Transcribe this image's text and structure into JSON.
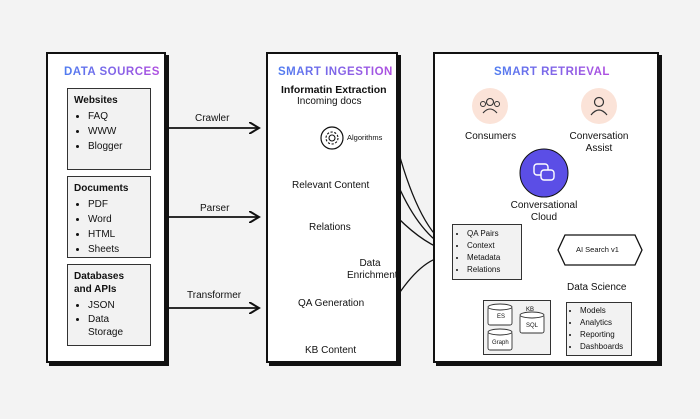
{
  "data_sources": {
    "title": "DATA SOURCES",
    "groups": [
      {
        "heading": "Websites",
        "items": [
          "FAQ",
          "WWW",
          "Blogger"
        ]
      },
      {
        "heading": "Documents",
        "items": [
          "PDF",
          "Word",
          "HTML",
          "Sheets"
        ]
      },
      {
        "heading": "Databases and APIs",
        "items": [
          "JSON",
          "Data Storage"
        ]
      }
    ]
  },
  "connectors": [
    "Crawler",
    "Parser",
    "Transformer"
  ],
  "smart_ingestion": {
    "title": "SMART INGESTION",
    "subtitle": "Informatin Extraction",
    "incoming": "Incoming docs",
    "algorithms": "Algorithms",
    "relevant": "Relevant Content",
    "relations": "Relations",
    "enrichment": "Data Enrichment",
    "qa_generation": "QA Generation",
    "kb_content": "KB Content"
  },
  "smart_retrieval": {
    "title": "SMART RETRIEVAL",
    "consumers": "Consumers",
    "conversation_assist": "Conversation Assist",
    "cloud": "Conversational Cloud",
    "qa_items": [
      "QA Pairs",
      "Context",
      "Metadata",
      "Relations"
    ],
    "ai_search": "AI Search v1",
    "stores": {
      "es": "ES",
      "kb": "KB",
      "sql": "SQL",
      "graph": "Graph"
    },
    "data_science": "Data Science",
    "ds_items": [
      "Models",
      "Analytics",
      "Reporting",
      "Dashboards"
    ]
  },
  "colors": {
    "title_gradient_start": "#4f7cf0",
    "title_gradient_end": "#b04fe0",
    "consumer_circle": "#fbe3d8",
    "cloud_circle": "#5b4ee6"
  }
}
